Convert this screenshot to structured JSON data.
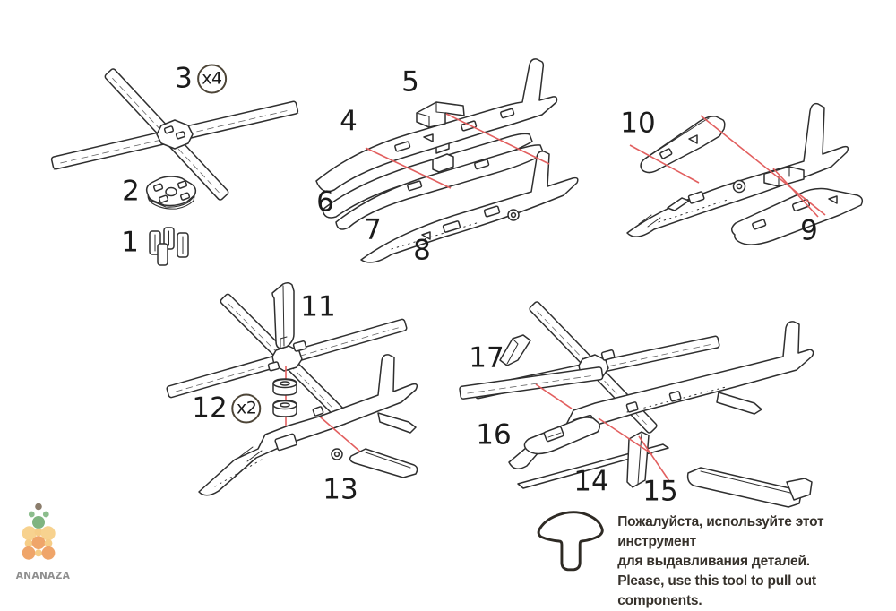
{
  "page": {
    "background": "#ffffff"
  },
  "colors": {
    "line_art": "#2f2f2f",
    "assembly_line": "#e25f5f",
    "label_text": "#1b1b1b",
    "multiplier_ring": "#4d4537",
    "note_text": "#36312b",
    "tool_outline": "#2e2a24",
    "logo_text": "#8e8e8e",
    "logo_green": "#7fb480",
    "logo_green_light": "#8cbd8d",
    "logo_yellow": "#f7d28f",
    "logo_yellow_small": "#f6cd87",
    "logo_orange": "#efa56a",
    "logo_brown": "#8b7d6c"
  },
  "labels": {
    "s1": {
      "num": "1"
    },
    "s2": {
      "num": "2"
    },
    "s3": {
      "num": "3",
      "mult": "x4"
    },
    "s4": {
      "num": "4"
    },
    "s5": {
      "num": "5"
    },
    "s6": {
      "num": "6"
    },
    "s7": {
      "num": "7"
    },
    "s8": {
      "num": "8"
    },
    "s9": {
      "num": "9"
    },
    "s10": {
      "num": "10"
    },
    "s11": {
      "num": "11"
    },
    "s12": {
      "num": "12",
      "mult": "x2"
    },
    "s13": {
      "num": "13"
    },
    "s14": {
      "num": "14"
    },
    "s15": {
      "num": "15"
    },
    "s16": {
      "num": "16"
    },
    "s17": {
      "num": "17"
    }
  },
  "logo": {
    "brand": "ANANAZA"
  },
  "tool_note": {
    "ru_line1": "Пожалуйста, используйте этот инструмент",
    "ru_line2": "для выдавливания деталей.",
    "en_line": "Please, use this tool to pull out components."
  }
}
